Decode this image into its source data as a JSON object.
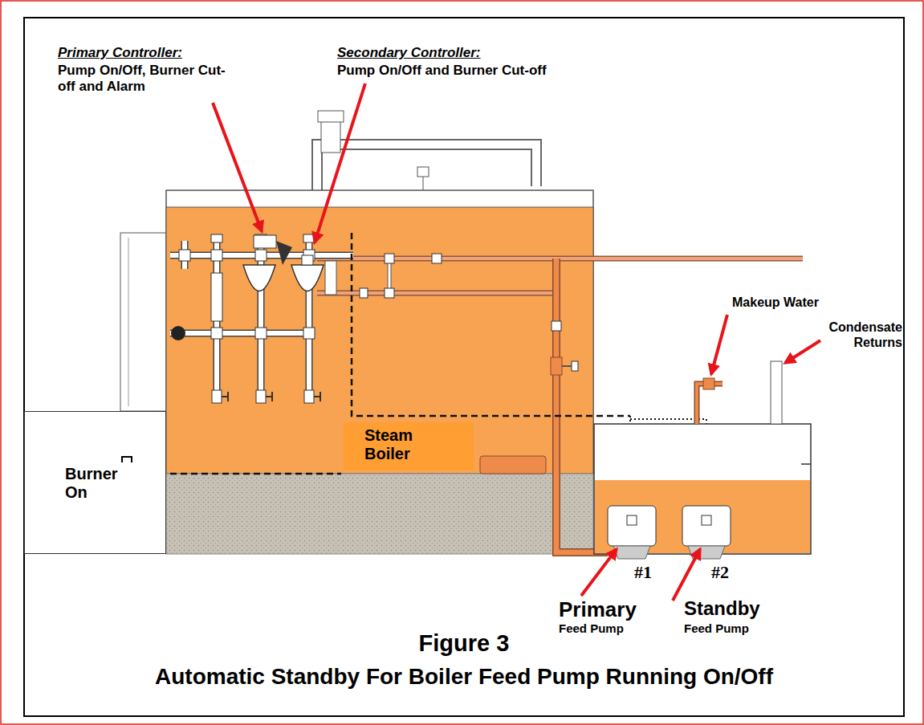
{
  "diagram": {
    "title": "Figure 3",
    "caption": "Automatic Standby For Boiler Feed Pump Running On/Off",
    "nodes": [
      {
        "text": [
          "Steam Boiler"
        ]
      },
      {
        "text": [
          "Burner On"
        ]
      }
    ],
    "labels": [
      "Primary Controller:",
      "Pump On/Off, Burner Cut-off and Alarm",
      "Secondary Controller:",
      "Pump On/Off and Burner Cut-off",
      "Makeup Water",
      "Condensate Returns",
      "#1",
      "#2",
      "Primary",
      "Feed Pump",
      "Standby",
      "Feed Pump"
    ]
  }
}
